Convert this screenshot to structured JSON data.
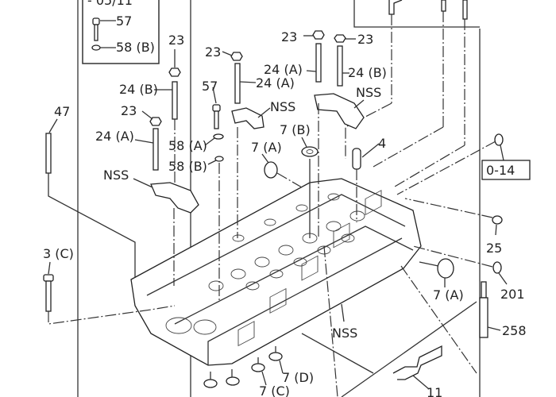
{
  "diagram": {
    "title": "Cylinder head exploded parts view",
    "legend_box": {
      "header": "- 05/11",
      "items": [
        "57",
        "58 (B)"
      ]
    },
    "ref_box": "0-14",
    "labels": {
      "l23_a": "23",
      "l23_b": "23",
      "l23_c": "23",
      "l23_d": "23",
      "l23_e": "23",
      "l24a_1": "24 (A)",
      "l24a_2": "24 (A)",
      "l24a_3": "24 (A)",
      "l24b_1": "24 (B)",
      "l24b_2": "24 (B)",
      "l57": "57",
      "l58a": "58 (A)",
      "l58b": "58 (B)",
      "l47": "47",
      "nss_1": "NSS",
      "nss_2": "NSS",
      "nss_3": "NSS",
      "nss_4": "NSS",
      "l7b": "7 (B)",
      "l7a_1": "7 (A)",
      "l7a_2": "7 (A)",
      "l7c": "7 (C)",
      "l7d": "7 (D)",
      "l4": "4",
      "l3c": "3 (C)",
      "l25": "25",
      "l201": "201",
      "l258": "258",
      "l11": "11"
    }
  }
}
